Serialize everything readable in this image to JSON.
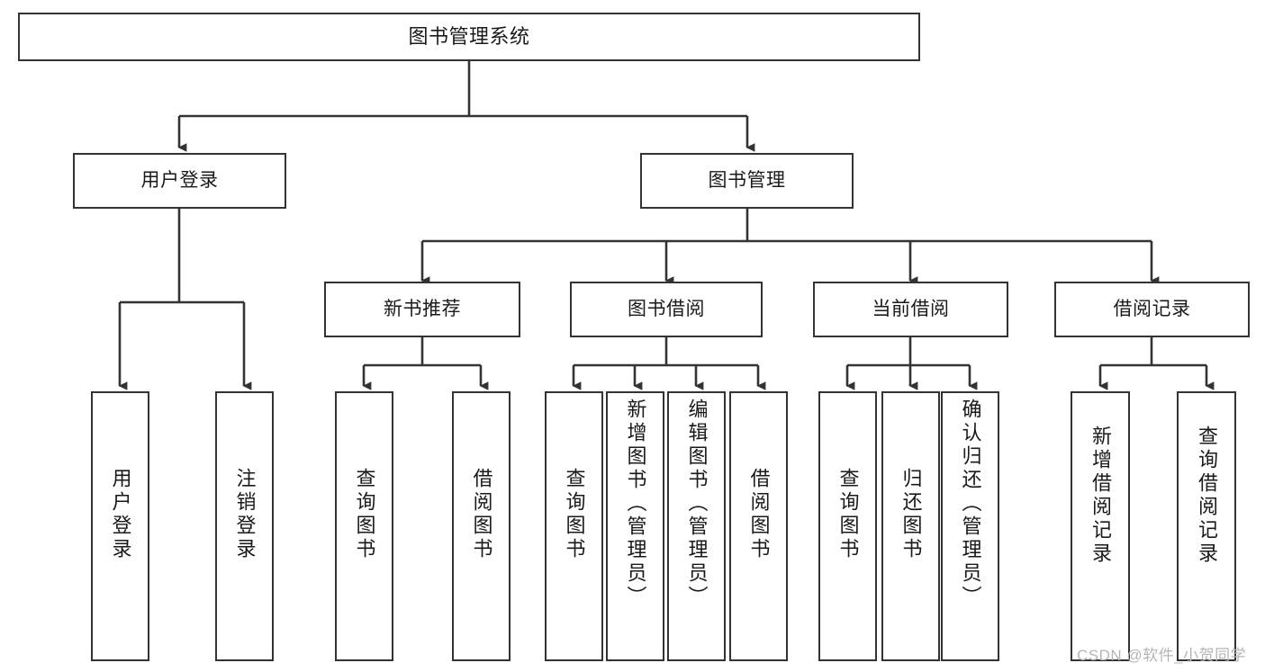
{
  "diagram": {
    "title": "图书管理系统",
    "type": "tree-hierarchy-chart",
    "root": {
      "id": "root",
      "label": "图书管理系统"
    },
    "level2": [
      {
        "id": "user-login",
        "label": "用户登录"
      },
      {
        "id": "book-manage",
        "label": "图书管理"
      }
    ],
    "level3": [
      {
        "id": "new-book-recommend",
        "label": "新书推荐",
        "parent": "book-manage"
      },
      {
        "id": "book-borrow",
        "label": "图书借阅",
        "parent": "book-manage"
      },
      {
        "id": "current-borrow",
        "label": "当前借阅",
        "parent": "book-manage"
      },
      {
        "id": "borrow-record",
        "label": "借阅记录",
        "parent": "book-manage"
      }
    ],
    "leaves": [
      {
        "id": "leaf-user-login",
        "label": "用户登录",
        "parent": "user-login"
      },
      {
        "id": "leaf-user-logout",
        "label": "注销登录",
        "parent": "user-login"
      },
      {
        "id": "leaf-query-book-1",
        "label": "查询图书",
        "parent": "new-book-recommend"
      },
      {
        "id": "leaf-borrow-book-1",
        "label": "借阅图书",
        "parent": "new-book-recommend"
      },
      {
        "id": "leaf-query-book-2",
        "label": "查询图书",
        "parent": "book-borrow"
      },
      {
        "id": "leaf-add-book",
        "label": "新增图书（管理员）",
        "parent": "book-borrow"
      },
      {
        "id": "leaf-edit-book",
        "label": "编辑图书（管理员）",
        "parent": "book-borrow"
      },
      {
        "id": "leaf-borrow-book-2",
        "label": "借阅图书",
        "parent": "book-borrow"
      },
      {
        "id": "leaf-query-book-3",
        "label": "查询图书",
        "parent": "current-borrow"
      },
      {
        "id": "leaf-return-book",
        "label": "归还图书",
        "parent": "current-borrow"
      },
      {
        "id": "leaf-confirm-return",
        "label": "确认归还（管理员）",
        "parent": "current-borrow"
      },
      {
        "id": "leaf-add-record",
        "label": "新增借阅记录",
        "parent": "borrow-record"
      },
      {
        "id": "leaf-query-record",
        "label": "查询借阅记录",
        "parent": "borrow-record"
      }
    ],
    "colors": {
      "box_border": "#333333",
      "box_fill": "#ffffff",
      "connector": "#333333",
      "text": "#1a1a1a",
      "watermark": "#b5b5b5",
      "background": "#ffffff"
    }
  },
  "watermark": {
    "text": "CSDN @软件_小贺同学"
  }
}
